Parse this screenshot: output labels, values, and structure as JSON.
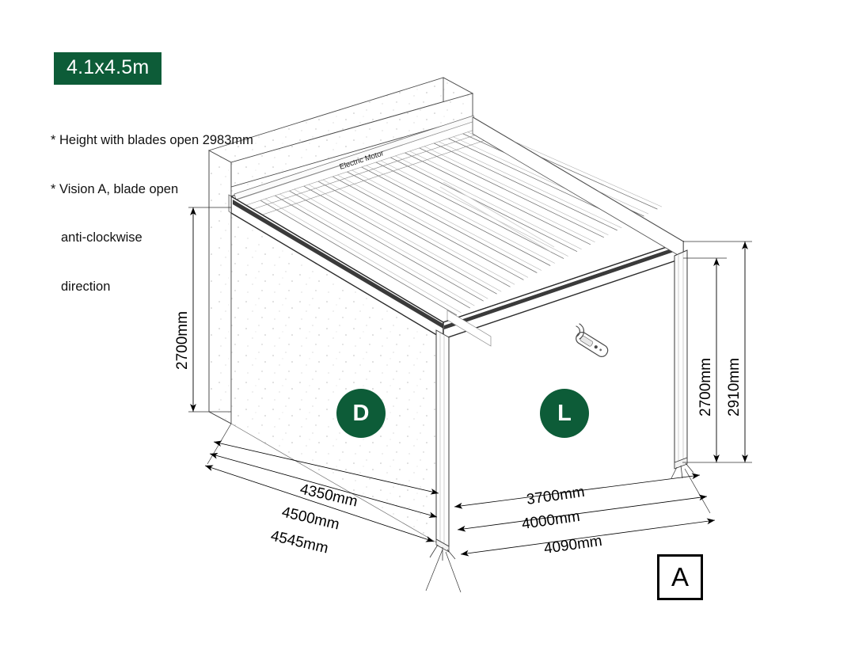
{
  "title_badge": {
    "label": "4.1x4.5m",
    "color": "#0d5c38"
  },
  "notes": [
    "* Height with blades open 2983mm",
    "* Vision A, blade open",
    "anti-clockwise",
    "direction"
  ],
  "drawing": {
    "type": "isometric-technical-drawing",
    "subject": "wall-mounted louvered pergola",
    "motor_label": "Electric Motor",
    "remote_icon": "remote-control-icon"
  },
  "badges": [
    {
      "id": "depth",
      "letter": "D",
      "color": "#0d5c38"
    },
    {
      "id": "length",
      "letter": "L",
      "color": "#0d5c38"
    }
  ],
  "vision_box": {
    "label": "A"
  },
  "dimensions": {
    "height_left": [
      {
        "value": "2700mm"
      }
    ],
    "height_right": [
      {
        "value": "2700mm"
      },
      {
        "value": "2910mm"
      }
    ],
    "depth_left": [
      {
        "value": "4350mm"
      },
      {
        "value": "4500mm"
      },
      {
        "value": "4545mm"
      }
    ],
    "length_right": [
      {
        "value": "3700mm"
      },
      {
        "value": "4000mm"
      },
      {
        "value": "4090mm"
      }
    ]
  },
  "colors": {
    "accent_green": "#0d5c38",
    "line": "#2b2b2b",
    "thin_line": "#555555",
    "background": "#ffffff"
  }
}
